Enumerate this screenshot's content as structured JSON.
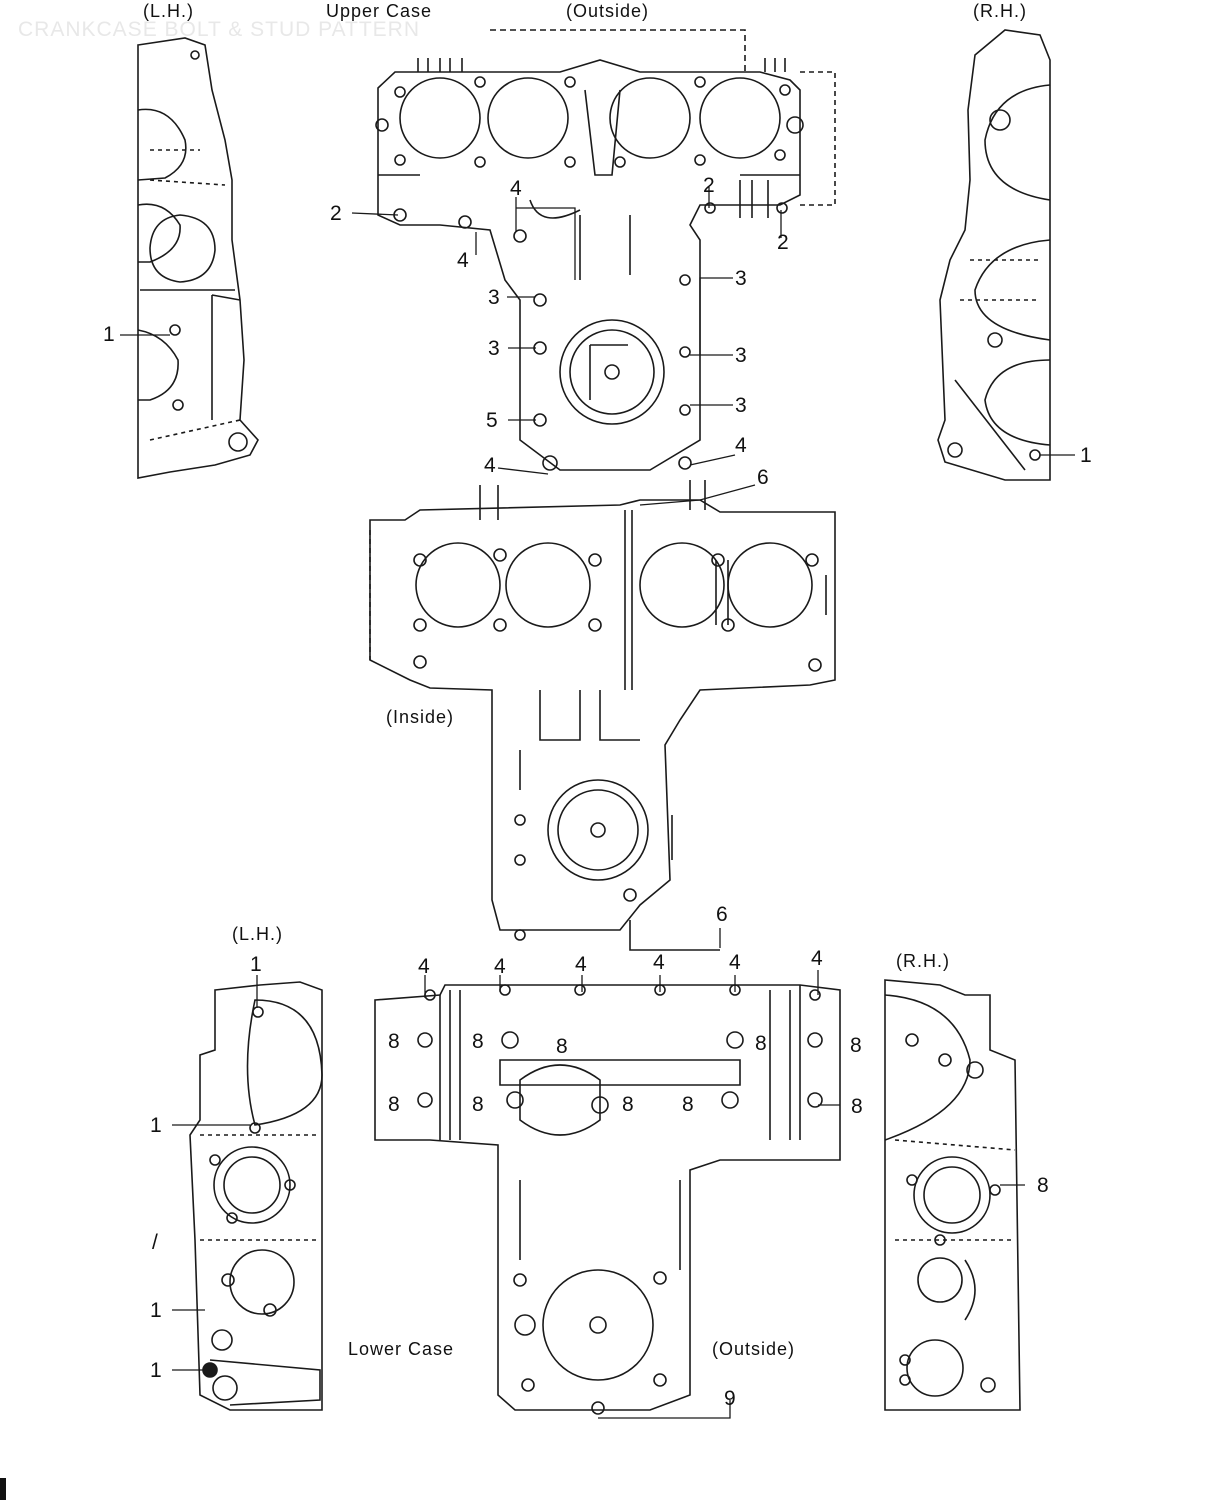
{
  "title": "CRANKCASE BOLT & STUD PATTERN",
  "headers": {
    "upper_lh": "(L.H.)",
    "upper_case": "Upper  Case",
    "upper_outside": "(Outside)",
    "upper_rh": "(R.H.)",
    "inside": "(Inside)",
    "lower_lh": "(L.H.)",
    "lower_rh": "(R.H.)",
    "lower_case": "Lower  Case",
    "lower_outside": "(Outside)"
  },
  "callouts": {
    "upper_left_1": "1",
    "upper_right_1": "1",
    "u2_left": "2",
    "u2_top_right": "2",
    "u2_right": "2",
    "u4_top": "4",
    "u4_left": "4",
    "u3_a": "3",
    "u3_b": "3",
    "u3_c": "3",
    "u3_d": "3",
    "u3_e": "3",
    "u5": "5",
    "u4_bottom_left": "4",
    "u4_bottom_right": "4",
    "u6": "6",
    "l6": "6",
    "l4_a": "4",
    "l4_b": "4",
    "l4_c": "4",
    "l4_d": "4",
    "l4_e": "4",
    "l4_f": "4",
    "l8_a": "8",
    "l8_b": "8",
    "l8_c": "8",
    "l8_d": "8",
    "l8_e": "8",
    "l8_f": "8",
    "l8_g": "8",
    "l8_h": "8",
    "l8_i": "8",
    "l8_j": "8",
    "l8_rh": "8",
    "l1_top": "1",
    "l1_mid": "1",
    "l1_lower": "1",
    "l1_bottom": "1",
    "l7": "/",
    "l9": "9"
  }
}
